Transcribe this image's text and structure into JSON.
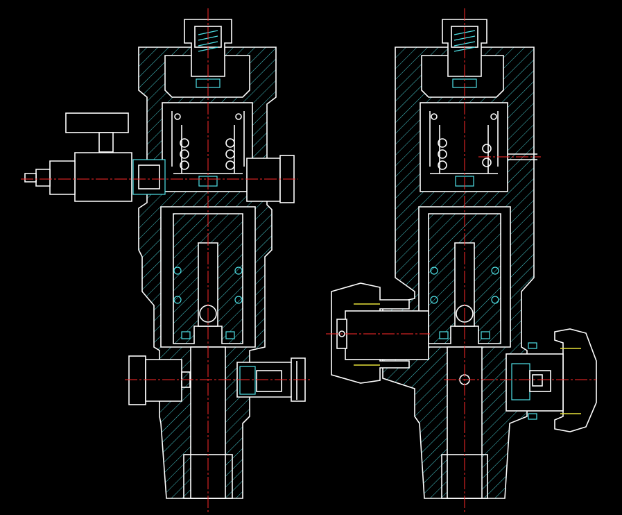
{
  "drawing": {
    "background": "#000000",
    "colors": {
      "outline": "#ffffff",
      "hatch": "#4fe3e8",
      "centerline": "#ff2a2a",
      "thread": "#e8e23a"
    },
    "views": [
      {
        "id": "left-section",
        "description_icon": "valve-section-with-handle"
      },
      {
        "id": "right-section",
        "description_icon": "valve-section-with-side-port"
      }
    ]
  }
}
